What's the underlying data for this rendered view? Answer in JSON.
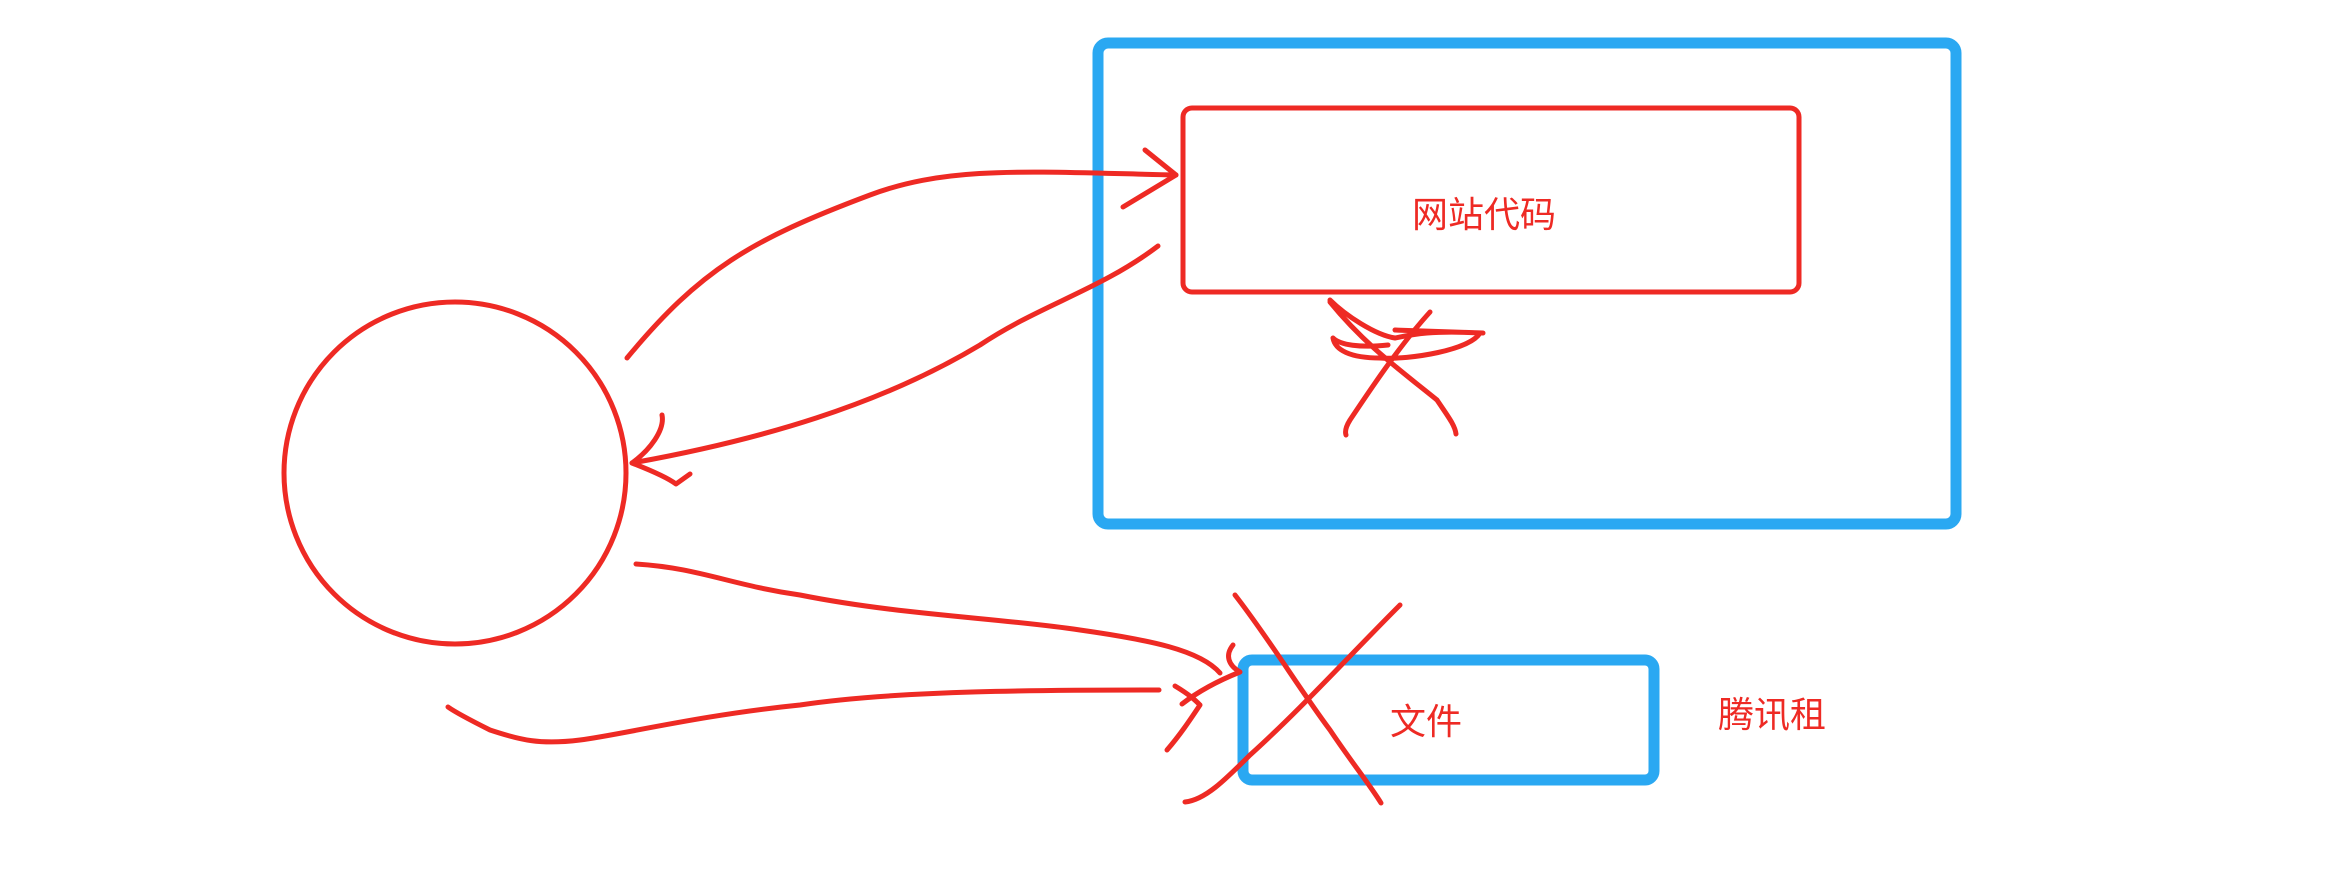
{
  "labels": {
    "website_code": "网站代码",
    "file": "文件",
    "tencent_rent": "腾讯租"
  },
  "colors": {
    "red": "#ee2a24",
    "blue": "#2aa8f2",
    "background": "#ffffff"
  }
}
